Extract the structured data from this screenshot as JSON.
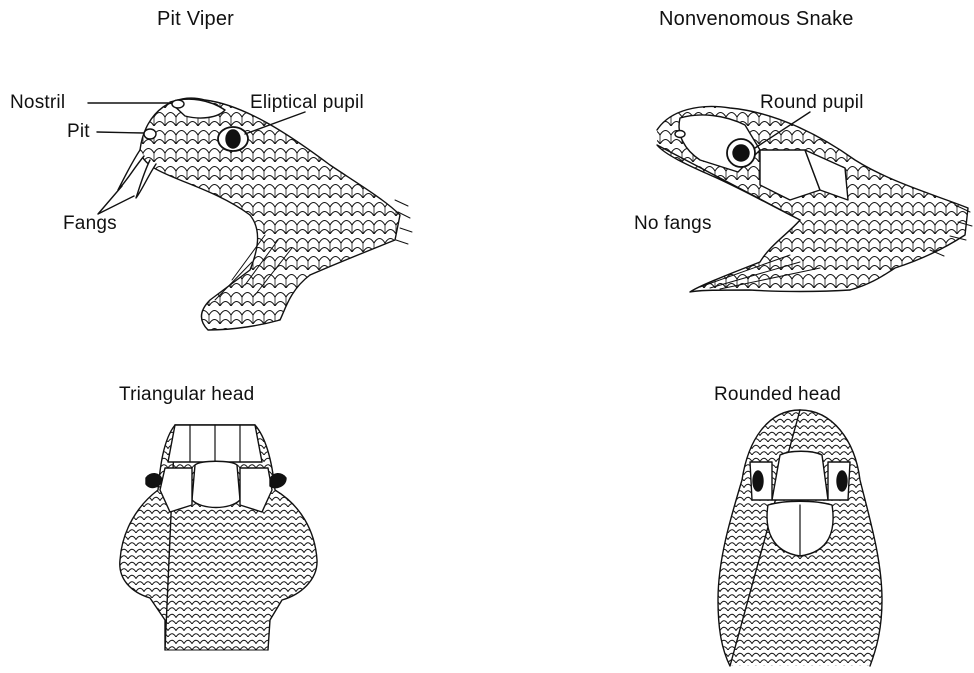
{
  "headings": {
    "pit_viper": "Pit Viper",
    "nonvenomous": "Nonvenomous Snake"
  },
  "labels": {
    "nostril": "Nostril",
    "pit": "Pit",
    "fangs": "Fangs",
    "eliptical_pupil": "Eliptical pupil",
    "round_pupil": "Round pupil",
    "no_fangs": "No fangs",
    "triangular_head": "Triangular head",
    "rounded_head": "Rounded head"
  },
  "style": {
    "ink": "#111111",
    "background": "#ffffff"
  }
}
